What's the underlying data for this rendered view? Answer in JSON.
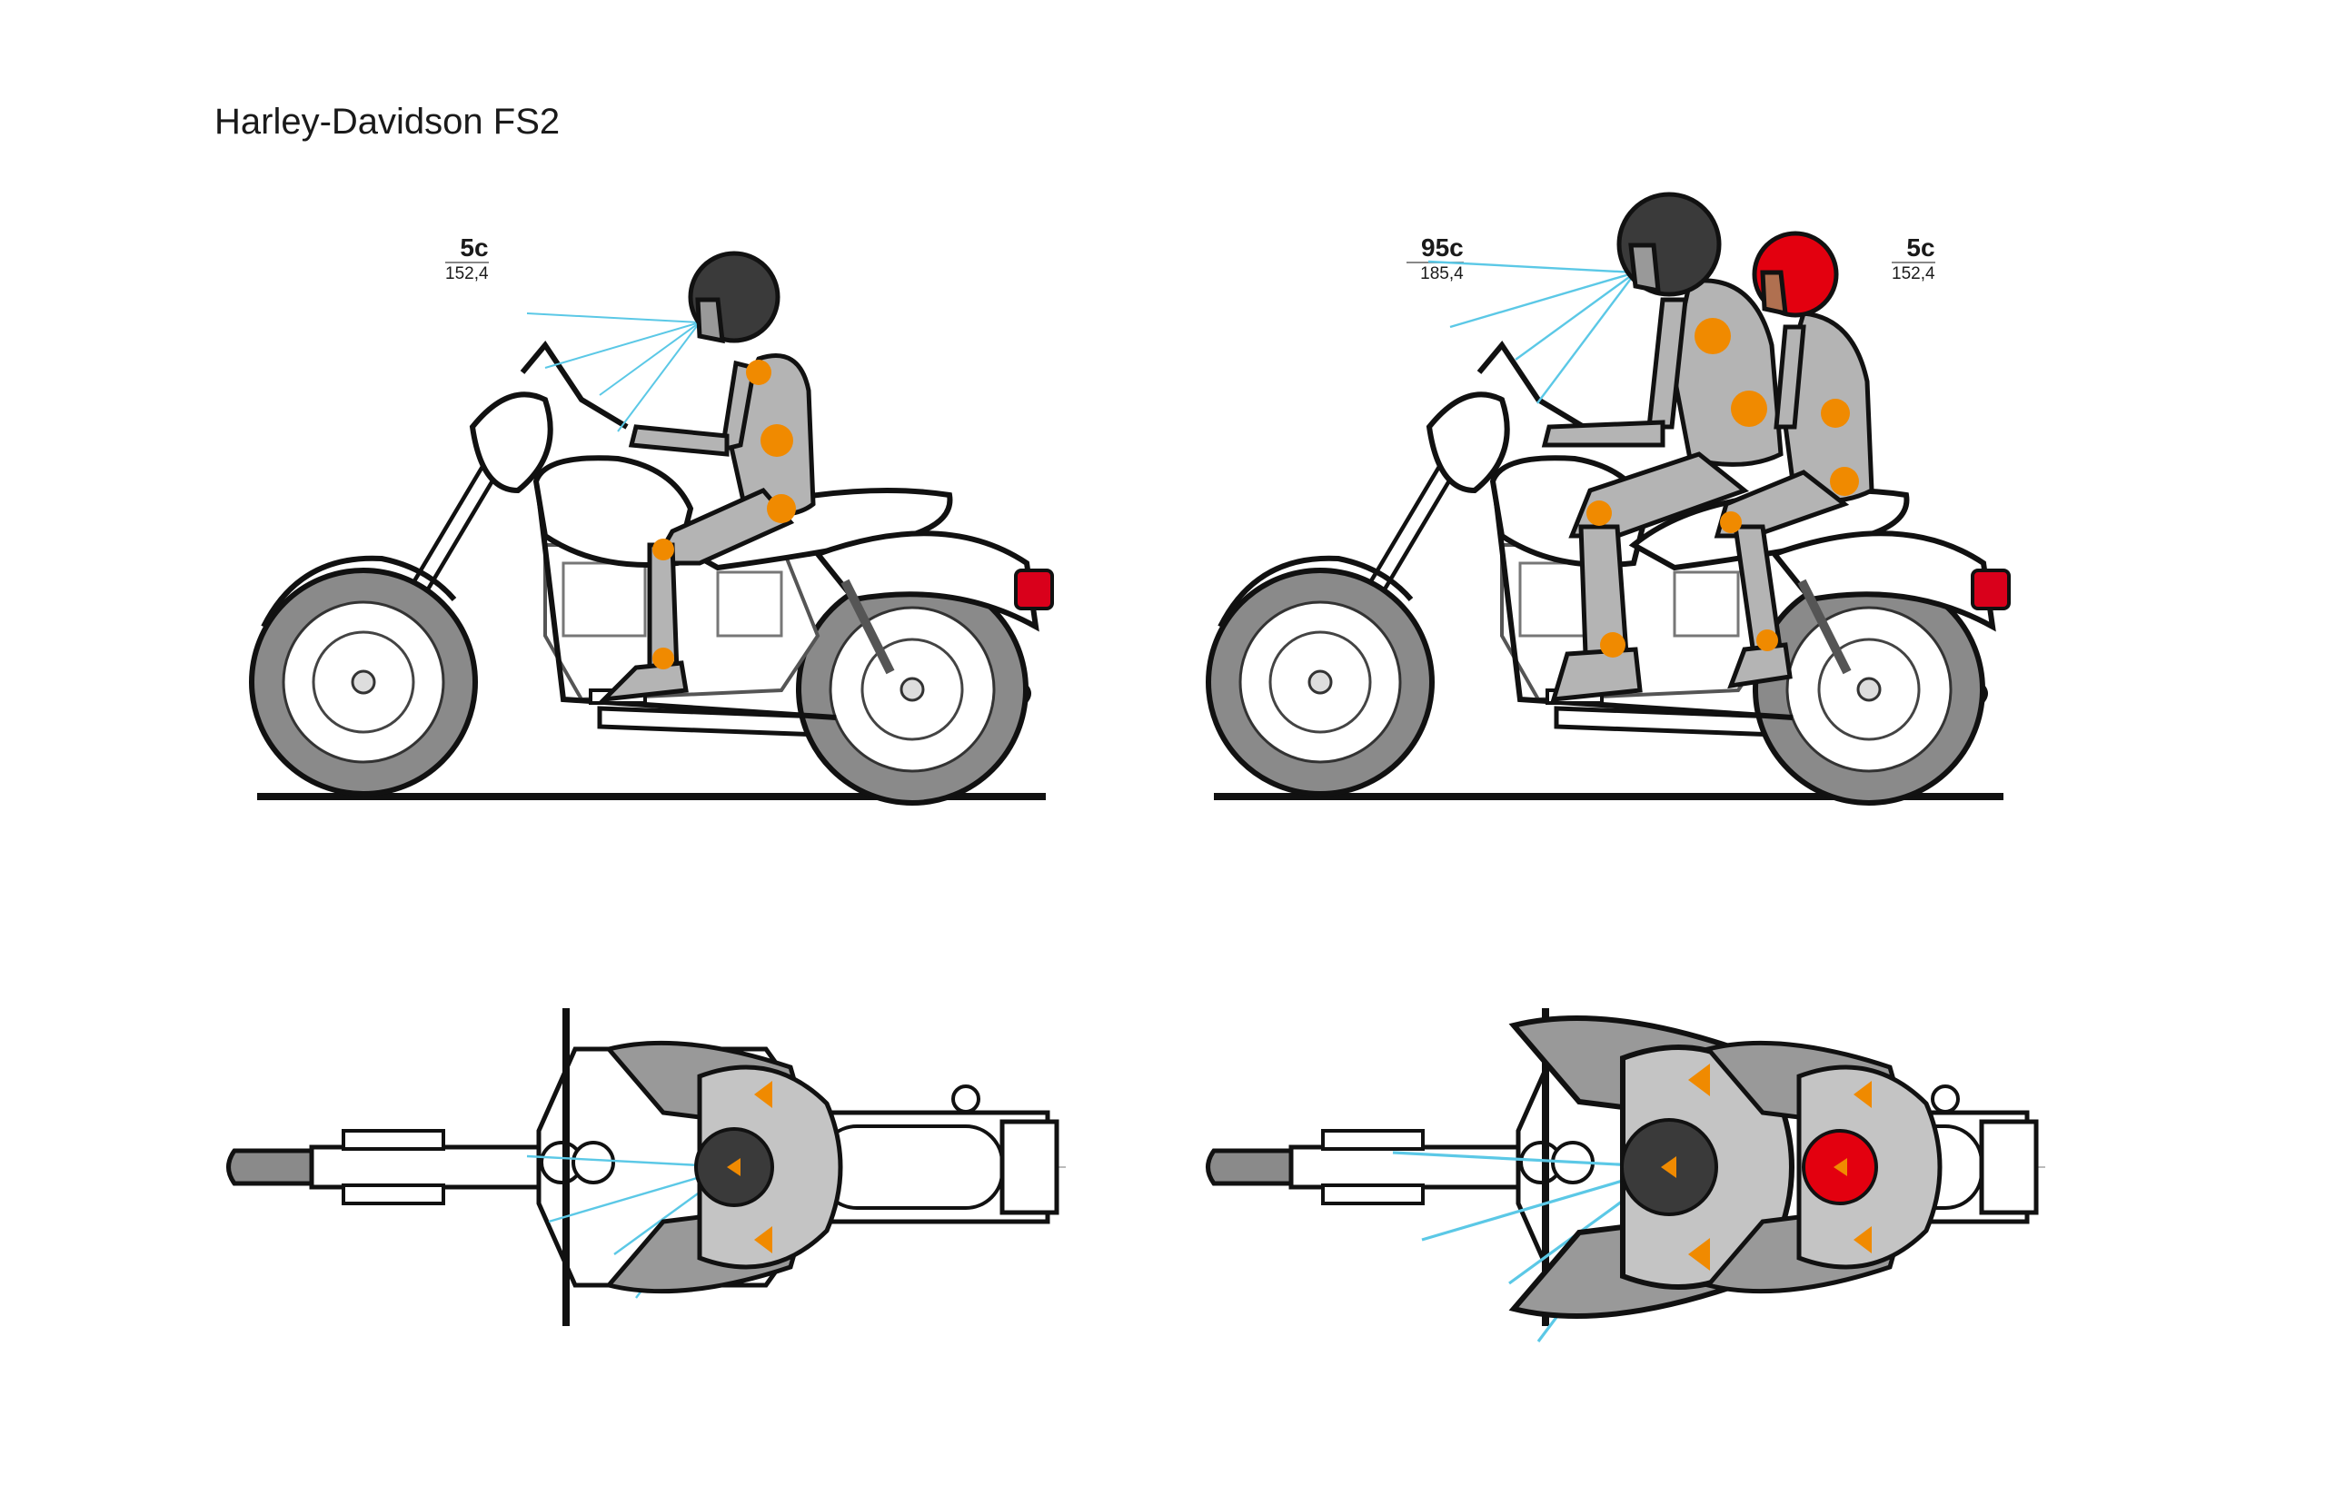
{
  "title": "Harley-Davidson FS2",
  "side_views": {
    "solo": {
      "riders": [
        {
          "code": "5c",
          "height": "152,4"
        }
      ]
    },
    "duo": {
      "riders": [
        {
          "code": "95c",
          "height": "185,4"
        },
        {
          "code": "5c",
          "height": "152,4"
        }
      ]
    }
  },
  "colors": {
    "body": "#ffffff",
    "tyre": "#8a8a8a",
    "rider": "#b4b4b4",
    "joint": "#f08a00",
    "helmet_dark": "#3a3a3a",
    "helmet_red": "#e3000f",
    "sight": "#5bc8e6",
    "tail_light": "#d9001b"
  }
}
